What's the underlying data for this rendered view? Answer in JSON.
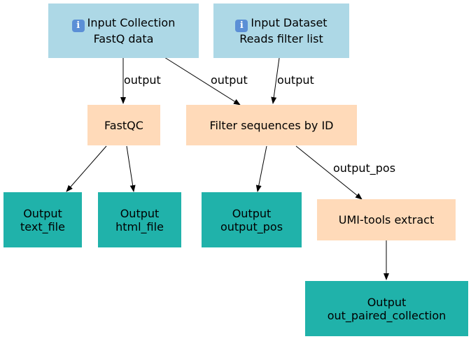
{
  "nodes": {
    "input_collection": {
      "icon": "info-icon",
      "line1": "Input Collection",
      "line2": "FastQ data"
    },
    "input_dataset": {
      "icon": "info-icon",
      "line1": "Input Dataset",
      "line2": "Reads filter list"
    },
    "fastqc": {
      "label": "FastQC"
    },
    "filter": {
      "label": "Filter sequences by ID"
    },
    "out_text": {
      "line1": "Output",
      "line2": "text_file"
    },
    "out_html": {
      "line1": "Output",
      "line2": "html_file"
    },
    "out_pos": {
      "line1": "Output",
      "line2": "output_pos"
    },
    "umi": {
      "label": "UMI-tools extract"
    },
    "out_paired": {
      "line1": "Output",
      "line2": "out_paired_collection"
    }
  },
  "edges": {
    "e1": "output",
    "e2": "output",
    "e3": "output",
    "e4": "output_pos"
  },
  "colors": {
    "input": "#add8e6",
    "tool": "#ffdab9",
    "output": "#20b2aa"
  }
}
